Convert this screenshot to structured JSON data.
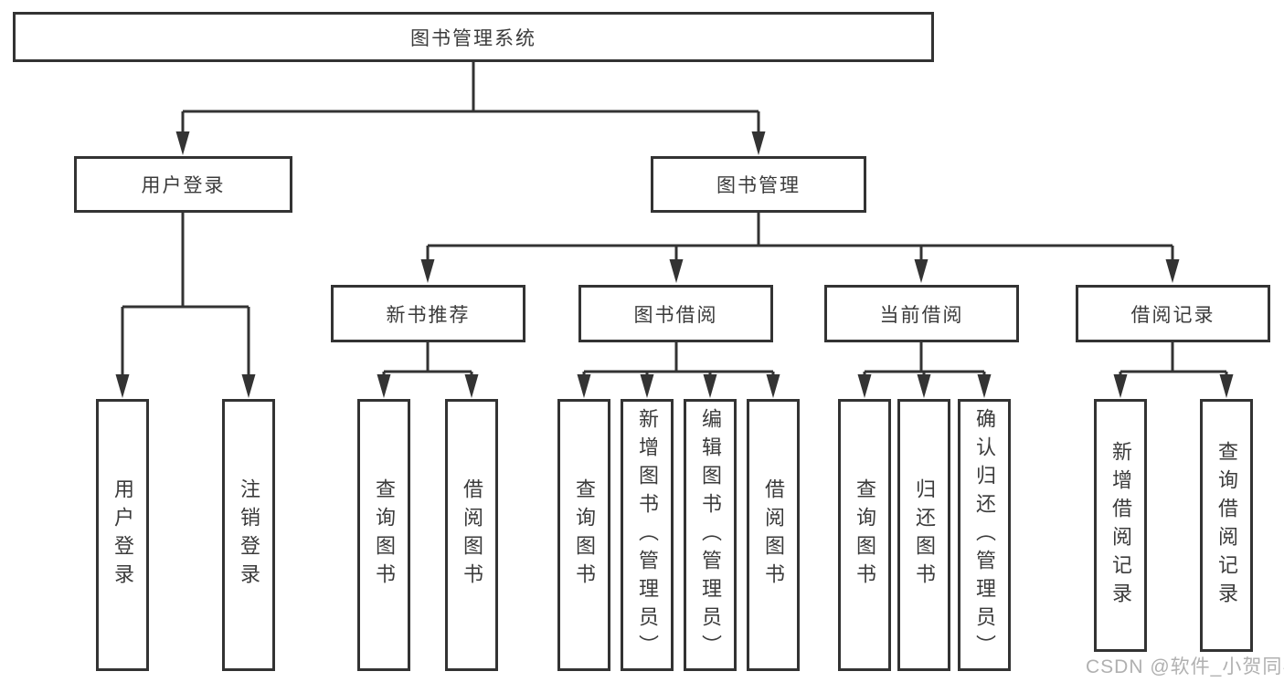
{
  "tree": {
    "root": {
      "label": "图书管理系统"
    },
    "branches": [
      {
        "label": "用户登录",
        "children": [
          {
            "label": "用户登录"
          },
          {
            "label": "注销登录"
          }
        ]
      },
      {
        "label": "图书管理",
        "children": [
          {
            "label": "新书推荐",
            "children": [
              {
                "label": "查询图书"
              },
              {
                "label": "借阅图书"
              }
            ]
          },
          {
            "label": "图书借阅",
            "children": [
              {
                "label": "查询图书"
              },
              {
                "label": "新增图书（管理员）"
              },
              {
                "label": "编辑图书（管理员）"
              },
              {
                "label": "借阅图书"
              }
            ]
          },
          {
            "label": "当前借阅",
            "children": [
              {
                "label": "查询图书"
              },
              {
                "label": "归还图书"
              },
              {
                "label": "确认归还（管理员）"
              }
            ]
          },
          {
            "label": "借阅记录",
            "children": [
              {
                "label": "新增借阅记录"
              },
              {
                "label": "查询借阅记录"
              }
            ]
          }
        ]
      }
    ]
  },
  "watermark": "CSDN @软件_小贺同学",
  "colors": {
    "line": "#333333",
    "box_border": "#333333",
    "text": "#3b3b3b",
    "watermark": "#b0b0b0",
    "background": "#ffffff"
  }
}
